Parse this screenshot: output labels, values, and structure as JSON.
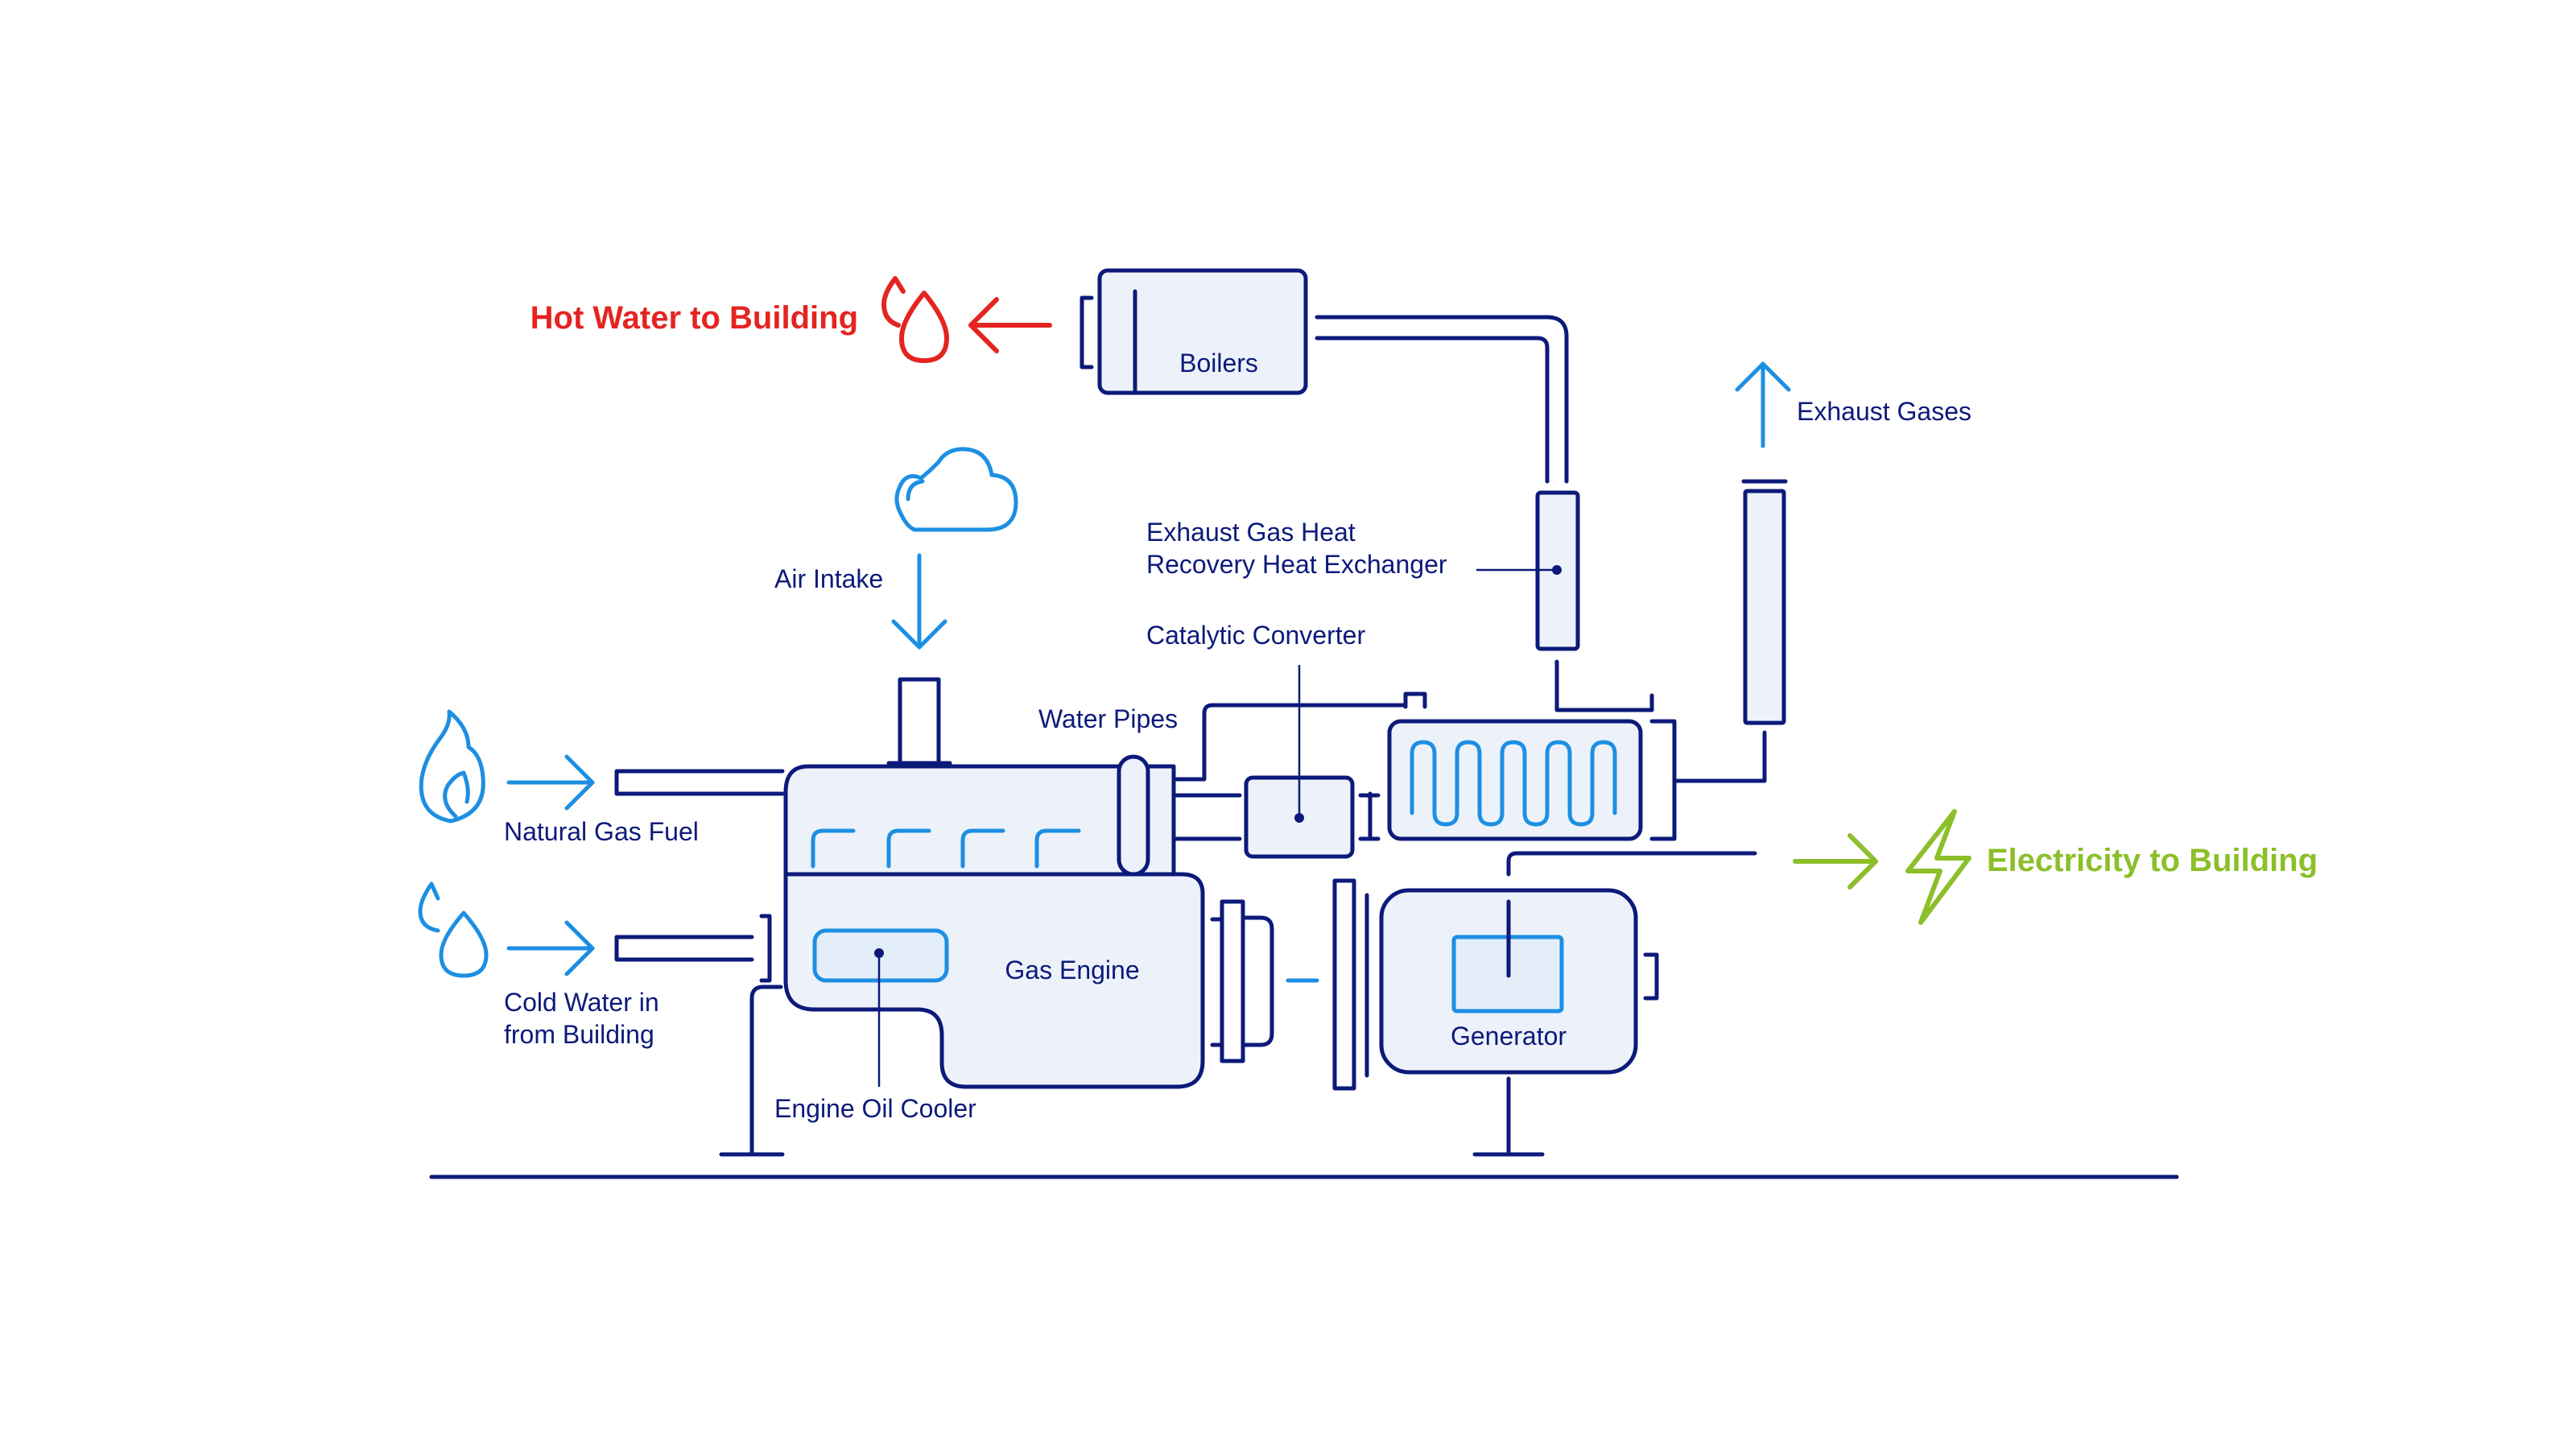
{
  "labels": {
    "hot_water": "Hot Water to Building",
    "boilers": "Boilers",
    "exhaust_gases": "Exhaust Gases",
    "hx_line1": "Exhaust Gas Heat",
    "hx_line2": "Recovery Heat Exchanger",
    "air_intake": "Air Intake",
    "catalytic_converter": "Catalytic Converter",
    "water_pipes": "Water Pipes",
    "natural_gas_fuel": "Natural Gas Fuel",
    "electricity": "Electricity to Building",
    "gas_engine": "Gas Engine",
    "cold_water_line1": "Cold Water in",
    "cold_water_line2": "from Building",
    "generator": "Generator",
    "engine_oil_cooler": "Engine Oil Cooler"
  },
  "colors": {
    "navy": "#0c1a7a",
    "blue": "#1d8fe3",
    "hot_red": "#e52421",
    "electric_green": "#8cbf2a",
    "component_fill": "#edf2fa"
  },
  "icons": {
    "hot_water": "water-drops-icon",
    "air": "cloud-icon",
    "gas": "flame-icon",
    "cold_water": "water-drops-icon",
    "electricity": "lightning-bolt-icon"
  }
}
